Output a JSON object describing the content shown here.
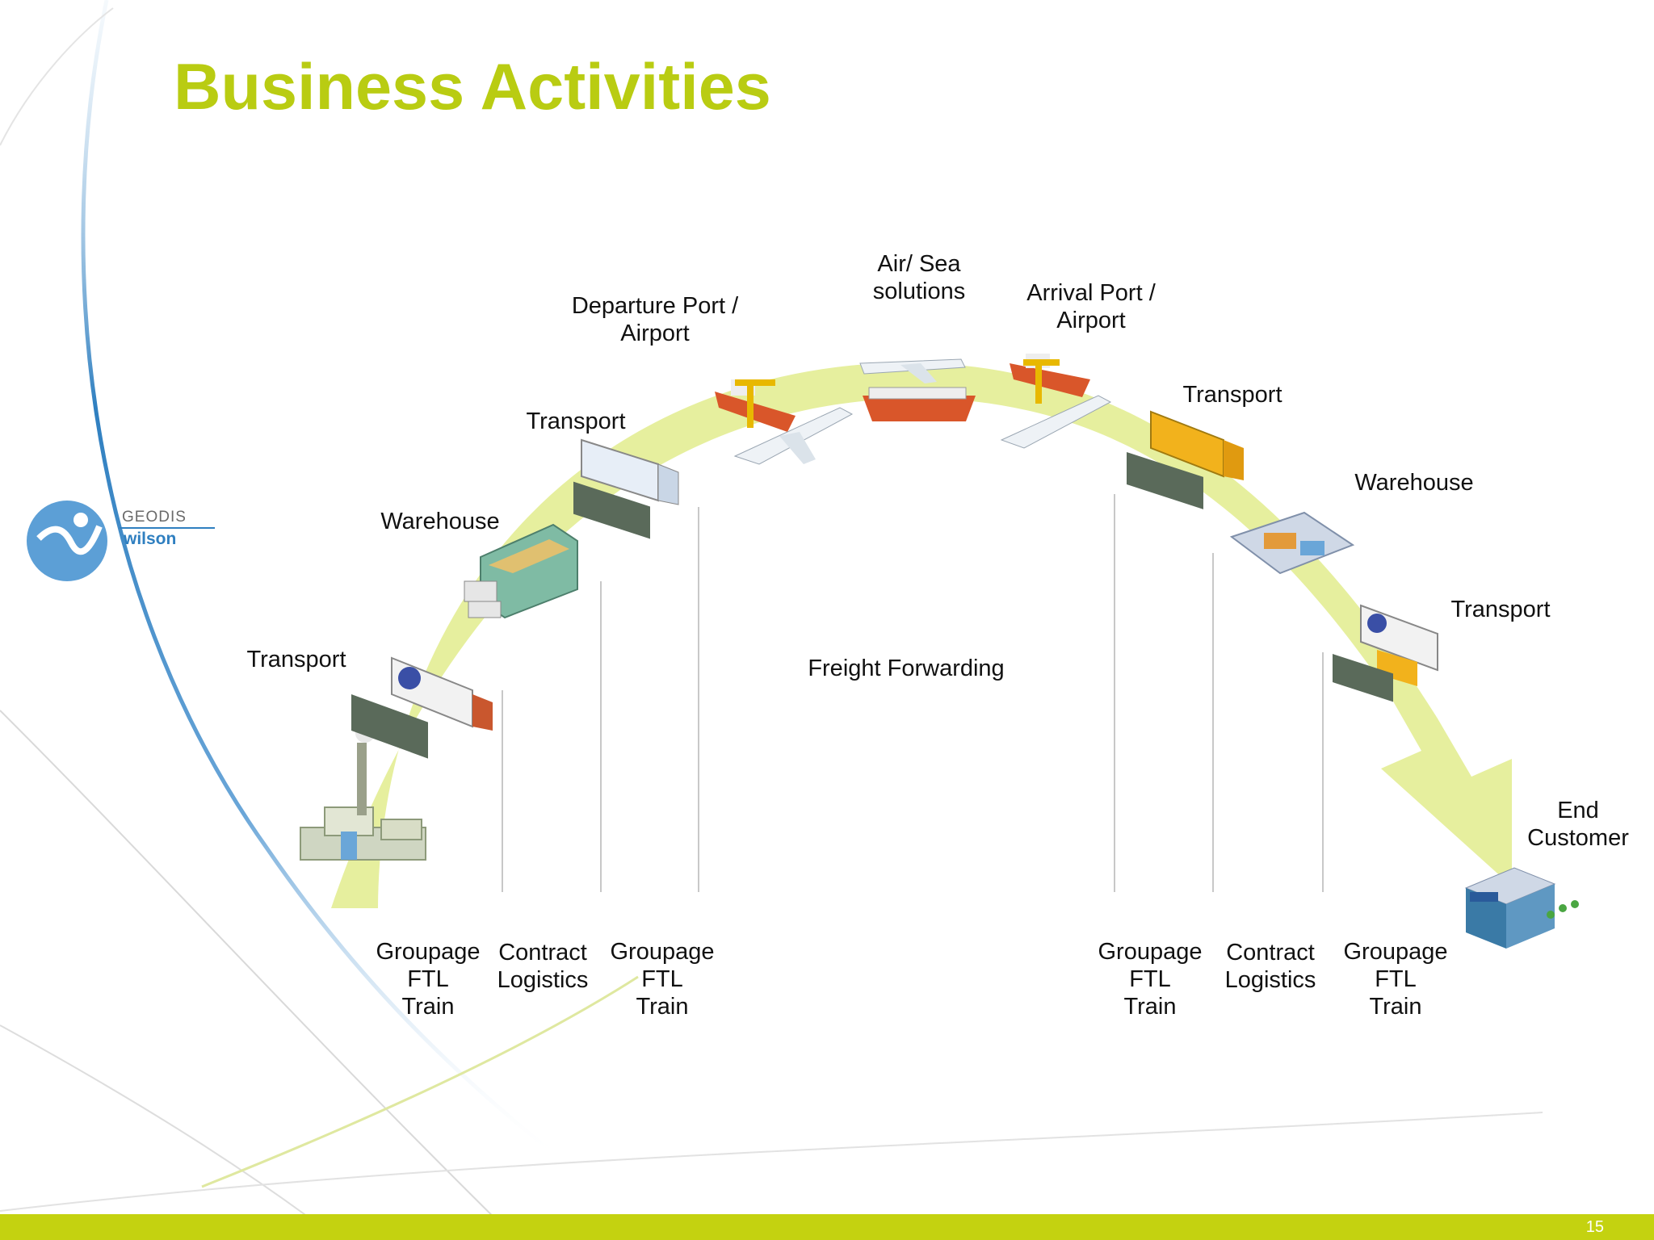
{
  "slide": {
    "title": "Business Activities",
    "page_number": "15"
  },
  "logo": {
    "line1": "GEODIS",
    "line2": "wilson",
    "icon": "geodis-figure-icon"
  },
  "stages": {
    "transport_1": "Transport",
    "warehouse_1": "Warehouse",
    "transport_2": "Transport",
    "departure_line1": "Departure Port /",
    "departure_line2": "Airport",
    "airsea_line1": "Air/ Sea",
    "airsea_line2": "solutions",
    "arrival_line1": "Arrival Port /",
    "arrival_line2": "Airport",
    "transport_3": "Transport",
    "warehouse_2": "Warehouse",
    "transport_4": "Transport",
    "end_line1": "End",
    "end_line2": "Customer",
    "freight_forwarding": "Freight Forwarding"
  },
  "bottom_labels": {
    "left_groupage_1": [
      "Groupage",
      "FTL",
      "Train"
    ],
    "left_contract": [
      "Contract",
      "Logistics"
    ],
    "left_groupage_2": [
      "Groupage",
      "FTL",
      "Train"
    ],
    "right_groupage_1": [
      "Groupage",
      "FTL",
      "Train"
    ],
    "right_contract": [
      "Contract",
      "Logistics"
    ],
    "right_groupage_2": [
      "Groupage",
      "FTL",
      "Train"
    ]
  },
  "colors": {
    "title": "#b9cc12",
    "arc": "#e6ef9e",
    "footer": "#c4d210",
    "logo_blue": "#2f7fc0"
  },
  "icons": [
    "factory-icon",
    "truck-icon",
    "warehouse-icon",
    "ship-icon",
    "crane-icon",
    "airplane-icon",
    "client-building-icon"
  ]
}
